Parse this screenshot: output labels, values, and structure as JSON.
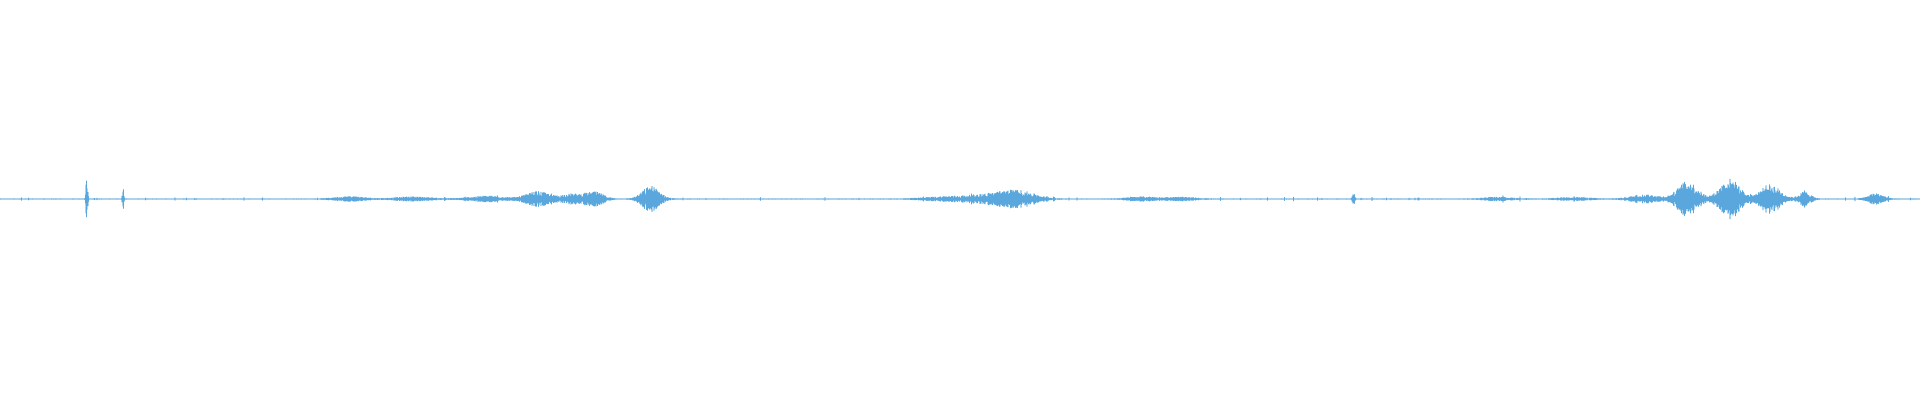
{
  "waveform": {
    "color": "#5aa7de",
    "background": "#ffffff",
    "bursts": [
      {
        "t": 0.0452,
        "amp": 0.055,
        "width": 0.0006
      },
      {
        "t": 0.0642,
        "amp": 0.028,
        "width": 0.0006
      },
      {
        "t": 0.182,
        "amp": 0.006,
        "width": 0.01
      },
      {
        "t": 0.215,
        "amp": 0.005,
        "width": 0.012
      },
      {
        "t": 0.254,
        "amp": 0.007,
        "width": 0.012
      },
      {
        "t": 0.28,
        "amp": 0.018,
        "width": 0.008
      },
      {
        "t": 0.298,
        "amp": 0.012,
        "width": 0.008
      },
      {
        "t": 0.31,
        "amp": 0.016,
        "width": 0.006
      },
      {
        "t": 0.339,
        "amp": 0.032,
        "width": 0.006
      },
      {
        "t": 0.495,
        "amp": 0.006,
        "width": 0.016
      },
      {
        "t": 0.515,
        "amp": 0.009,
        "width": 0.012
      },
      {
        "t": 0.53,
        "amp": 0.02,
        "width": 0.012
      },
      {
        "t": 0.595,
        "amp": 0.005,
        "width": 0.01
      },
      {
        "t": 0.615,
        "amp": 0.004,
        "width": 0.01
      },
      {
        "t": 0.705,
        "amp": 0.016,
        "width": 0.0008
      },
      {
        "t": 0.78,
        "amp": 0.004,
        "width": 0.01
      },
      {
        "t": 0.82,
        "amp": 0.004,
        "width": 0.01
      },
      {
        "t": 0.857,
        "amp": 0.01,
        "width": 0.01
      },
      {
        "t": 0.879,
        "amp": 0.044,
        "width": 0.007
      },
      {
        "t": 0.901,
        "amp": 0.05,
        "width": 0.007
      },
      {
        "t": 0.922,
        "amp": 0.036,
        "width": 0.007
      },
      {
        "t": 0.94,
        "amp": 0.018,
        "width": 0.004
      },
      {
        "t": 0.977,
        "amp": 0.014,
        "width": 0.005
      }
    ]
  }
}
